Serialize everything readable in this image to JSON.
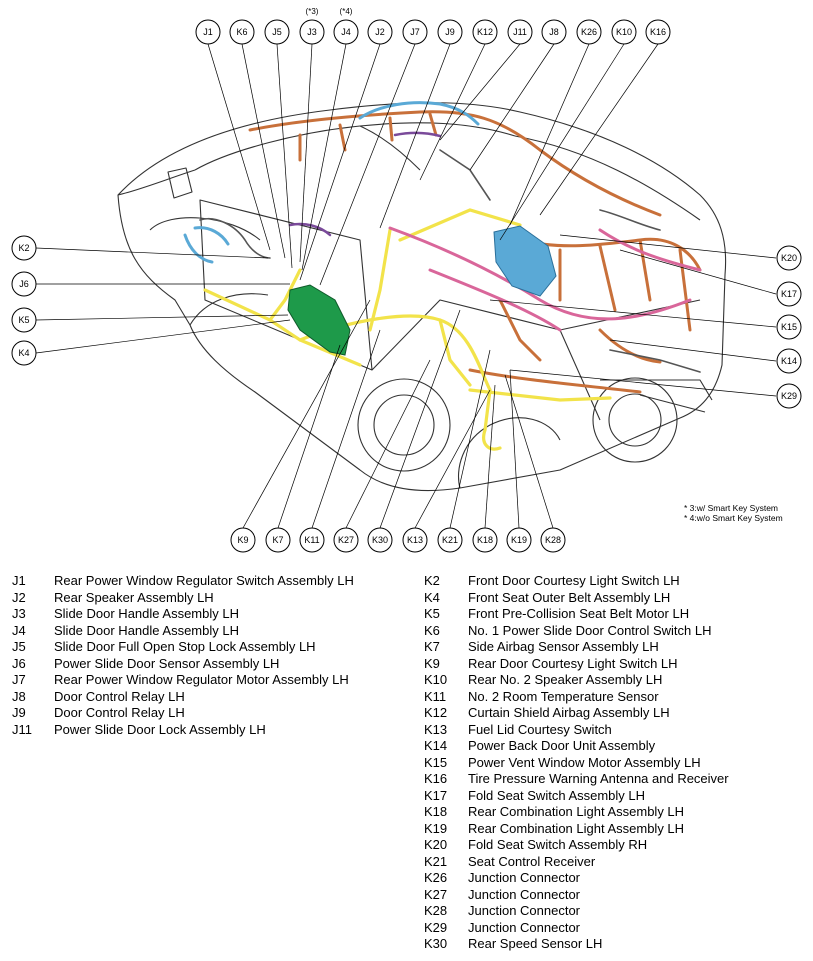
{
  "callouts_top": [
    {
      "code": "J1",
      "note": ""
    },
    {
      "code": "K6",
      "note": ""
    },
    {
      "code": "J5",
      "note": ""
    },
    {
      "code": "J3",
      "note": "(*3)"
    },
    {
      "code": "J4",
      "note": "(*4)"
    },
    {
      "code": "J2",
      "note": ""
    },
    {
      "code": "J7",
      "note": ""
    },
    {
      "code": "J9",
      "note": ""
    },
    {
      "code": "K12",
      "note": ""
    },
    {
      "code": "J11",
      "note": ""
    },
    {
      "code": "J8",
      "note": ""
    },
    {
      "code": "K26",
      "note": ""
    },
    {
      "code": "K10",
      "note": ""
    },
    {
      "code": "K16",
      "note": ""
    }
  ],
  "callouts_left": [
    "K2",
    "J6",
    "K5",
    "K4"
  ],
  "callouts_right": [
    "K20",
    "K17",
    "K15",
    "K14",
    "K29"
  ],
  "callouts_bottom": [
    "K9",
    "K7",
    "K11",
    "K27",
    "K30",
    "K13",
    "K21",
    "K18",
    "K19",
    "K28"
  ],
  "footnotes": [
    "* 3:w/ Smart Key System",
    "* 4:w/o Smart Key System"
  ],
  "legend_left": [
    {
      "code": "J1",
      "name": "Rear Power Window Regulator Switch Assembly LH"
    },
    {
      "code": "J2",
      "name": "Rear Speaker Assembly LH"
    },
    {
      "code": "J3",
      "name": "Slide Door Handle Assembly LH"
    },
    {
      "code": "J4",
      "name": "Slide Door Handle Assembly LH"
    },
    {
      "code": "J5",
      "name": "Slide Door Full Open Stop Lock Assembly LH"
    },
    {
      "code": "J6",
      "name": "Power Slide Door Sensor Assembly LH"
    },
    {
      "code": "J7",
      "name": "Rear Power Window Regulator Motor Assembly LH"
    },
    {
      "code": "J8",
      "name": "Door Control Relay LH"
    },
    {
      "code": "J9",
      "name": "Door Control Relay LH"
    },
    {
      "code": "J11",
      "name": "Power Slide Door Lock Assembly LH"
    }
  ],
  "legend_right": [
    {
      "code": "K2",
      "name": "Front Door Courtesy Light Switch LH"
    },
    {
      "code": "K4",
      "name": "Front Seat Outer Belt Assembly LH"
    },
    {
      "code": "K5",
      "name": "Front Pre-Collision Seat Belt Motor LH"
    },
    {
      "code": "K6",
      "name": "No. 1 Power Slide Door Control Switch LH"
    },
    {
      "code": "K7",
      "name": "Side Airbag Sensor Assembly LH"
    },
    {
      "code": "K9",
      "name": "Rear Door Courtesy Light Switch LH"
    },
    {
      "code": "K10",
      "name": "Rear No. 2 Speaker Assembly LH"
    },
    {
      "code": "K11",
      "name": "No. 2 Room Temperature Sensor"
    },
    {
      "code": "K12",
      "name": "Curtain Shield Airbag Assembly LH"
    },
    {
      "code": "K13",
      "name": "Fuel Lid Courtesy Switch"
    },
    {
      "code": "K14",
      "name": "Power Back Door Unit Assembly"
    },
    {
      "code": "K15",
      "name": "Power Vent Window Motor Assembly LH"
    },
    {
      "code": "K16",
      "name": "Tire Pressure Warning Antenna and Receiver"
    },
    {
      "code": "K17",
      "name": "Fold Seat Switch Assembly LH"
    },
    {
      "code": "K18",
      "name": "Rear Combination Light Assembly LH"
    },
    {
      "code": "K19",
      "name": "Rear Combination Light Assembly LH"
    },
    {
      "code": "K20",
      "name": "Fold Seat Switch Assembly RH"
    },
    {
      "code": "K21",
      "name": "Seat Control Receiver"
    },
    {
      "code": "K26",
      "name": "Junction Connector"
    },
    {
      "code": "K27",
      "name": "Junction Connector"
    },
    {
      "code": "K28",
      "name": "Junction Connector"
    },
    {
      "code": "K29",
      "name": "Junction Connector"
    },
    {
      "code": "K30",
      "name": "Rear Speed Sensor LH"
    }
  ],
  "colors": {
    "harness_orange": "#c8703a",
    "harness_yellow": "#f2e34a",
    "harness_pink": "#d9669a",
    "harness_blue": "#5aa9d6",
    "harness_green": "#1e9a4a",
    "harness_purple": "#7a4a9a",
    "body_outline": "#333333"
  }
}
